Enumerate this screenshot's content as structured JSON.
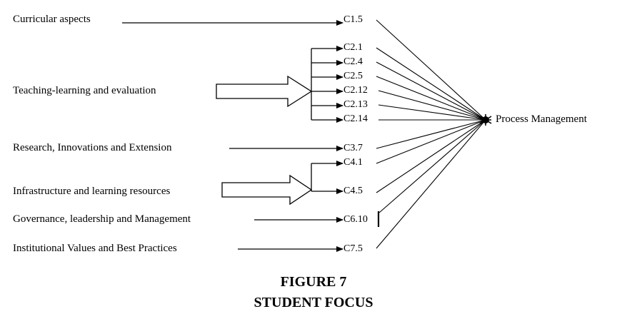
{
  "diagram": {
    "target": "Process Management",
    "criteria": [
      {
        "label": "Curricular aspects",
        "codes": [
          "C1.5"
        ]
      },
      {
        "label": "Teaching-learning and evaluation",
        "codes": [
          "C2.1",
          "C2.4",
          "C2.5",
          "C2.12",
          "C2.13",
          "C2.14"
        ]
      },
      {
        "label": "Research, Innovations and Extension",
        "codes": [
          "C3.7"
        ]
      },
      {
        "label": "Infrastructure and learning resources",
        "codes": [
          "C4.1",
          "C4.5"
        ]
      },
      {
        "label": "Governance, leadership and Management",
        "codes": [
          "C6.10"
        ]
      },
      {
        "label": "Institutional Values and Best Practices",
        "codes": [
          "C7.5"
        ]
      }
    ]
  },
  "caption": {
    "figure": "FIGURE 7",
    "title": "STUDENT FOCUS"
  }
}
